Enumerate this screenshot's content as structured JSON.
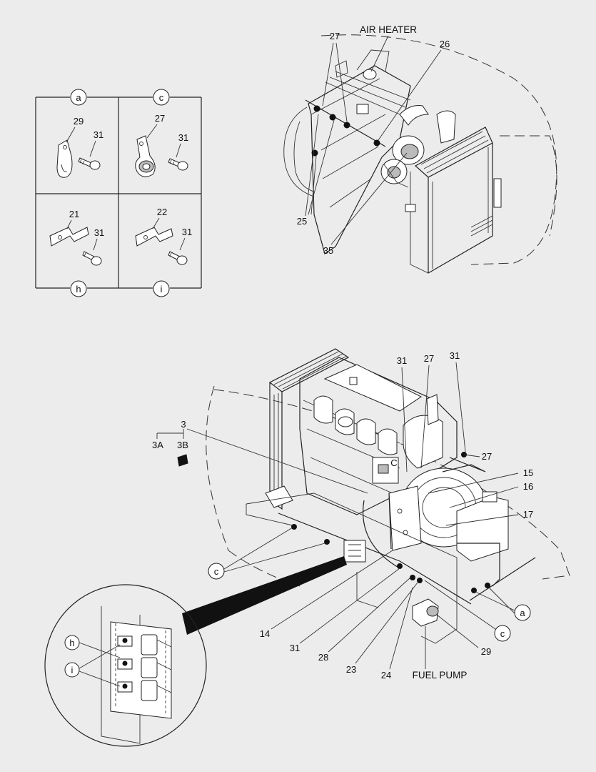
{
  "legend_panels": [
    {
      "letter": "a",
      "part_no": "29",
      "bolt_no": "31"
    },
    {
      "letter": "c",
      "part_no": "27",
      "bolt_no": "31"
    },
    {
      "letter": "h",
      "part_no": "21",
      "bolt_no": "31"
    },
    {
      "letter": "i",
      "part_no": "22",
      "bolt_no": "31"
    }
  ],
  "top_view": {
    "air_heater_label": "AIR HEATER",
    "callouts": {
      "c27": "27",
      "c26": "26",
      "c25": "25",
      "c35": "35"
    }
  },
  "bottom_view": {
    "fuel_pump_label": "FUEL PUMP",
    "group_3": "3",
    "group_3a": "3A",
    "group_3b": "3B",
    "letter_C": "C",
    "callouts": {
      "c31a": "31",
      "c27a": "27",
      "c31b": "31",
      "c27b": "27",
      "c15": "15",
      "c16": "16",
      "c17": "17",
      "c14": "14",
      "c31c": "31",
      "c28": "28",
      "c23": "23",
      "c24": "24",
      "c29": "29"
    },
    "circle_refs": {
      "ref_c_left": "c",
      "ref_c_right": "c",
      "ref_a": "a"
    }
  },
  "detail_view": {
    "circle_refs": {
      "ref_h": "h",
      "ref_i": "i"
    }
  }
}
